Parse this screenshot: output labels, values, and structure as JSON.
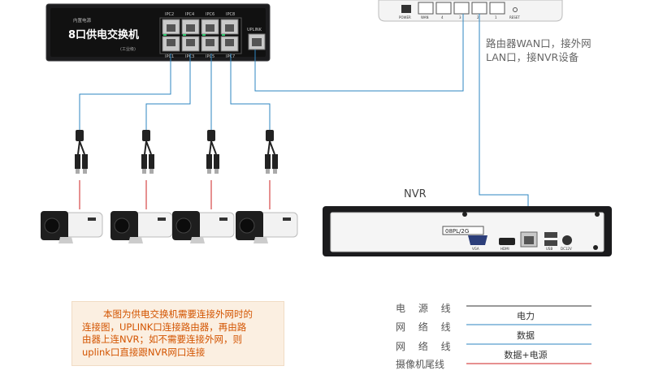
{
  "switch": {
    "title": "8口供电交换机",
    "brand": "内置电源",
    "subtitle": "(工业级)",
    "uplink_label": "UPLINK",
    "port_labels_top": [
      "IPC2",
      "IPC4",
      "IPC6",
      "IPC8"
    ],
    "port_labels_bottom": [
      "IPC1",
      "IPC3",
      "IPC5",
      "IPC7"
    ]
  },
  "router": {
    "labels": [
      "POWER",
      "WAN",
      "4",
      "3",
      "2",
      "1",
      "RESET"
    ]
  },
  "router_note": {
    "line1": "路由器WAN口，接外网",
    "line2": "LAN口，接NVR设备"
  },
  "nvr": {
    "title": "NVR",
    "model": "08PL/2G",
    "port_labels": [
      "VGA",
      "HDMI",
      "USB",
      "DC12V"
    ]
  },
  "note": {
    "lines": [
      "本图为供电交换机需要连接外网时的",
      "连接图，UPLINK口连接路由器，再由路",
      "由器上连NVR；如不需要连接外网，则",
      "uplink口直接跟NVR网口连接"
    ]
  },
  "legend": [
    {
      "label": "电 源 线",
      "meaning": "电力",
      "color": "#333333"
    },
    {
      "label": "网 络 线",
      "meaning": "数据",
      "color": "#2e86c1"
    },
    {
      "label": "网 络 线",
      "meaning": "数据+电源",
      "color": "#2e86c1"
    },
    {
      "label": "摄像机尾线",
      "meaning": "",
      "color": "#cc2222"
    }
  ],
  "colors": {
    "network_line": "#2e86c1",
    "power_line": "#333333",
    "camera_tail": "#cc2222",
    "note_text": "#d35400"
  }
}
